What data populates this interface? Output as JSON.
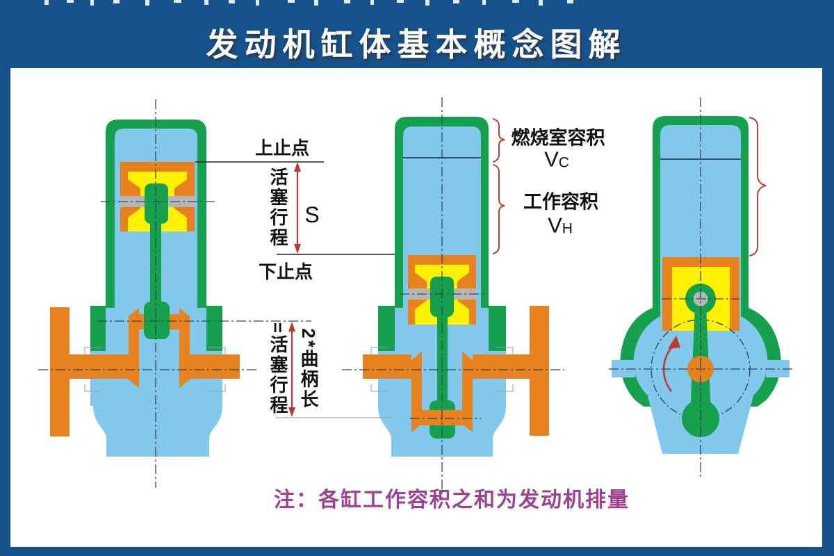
{
  "title": {
    "text": "发动机缸体基本概念图解"
  },
  "labels": {
    "top_dead_center": "上止点",
    "bottom_dead_center": "下止点",
    "piston_stroke_vertical": "活塞行程",
    "stroke_symbol": "S",
    "combustion_chamber_volume": "燃烧室容积",
    "vc_main": "V",
    "vc_sub": "C",
    "working_volume": "工作容积",
    "vh_main": "V",
    "vh_sub": "H",
    "equals_piston_stroke": "=活塞行程",
    "twice_crank_length": "2*曲柄长"
  },
  "footnote": {
    "text": "注：各缸工作容积之和为发动机排量"
  },
  "palette": {
    "frame_blue": "#15528B",
    "paper_white": "#FFFFFF",
    "block_green": "#14A04C",
    "bore_light_blue": "#82C8EC",
    "crank_orange": "#E8821F",
    "piston_yellow": "#FFF100",
    "pin_gray": "#B5B5B5",
    "annotation_red": "#C2362B",
    "centerline_gray": "#31465A",
    "note_purple": "#9D4190",
    "title_text": "#FFFFFF"
  },
  "icons": {
    "stroke_arrow": "double-headed-vertical-arrow",
    "crank_length_arrow": "double-headed-vertical-arrow",
    "rotation_arrow": "curved-counterclockwise-arrow",
    "volume_brace": "curly-brace-right-cusp"
  }
}
